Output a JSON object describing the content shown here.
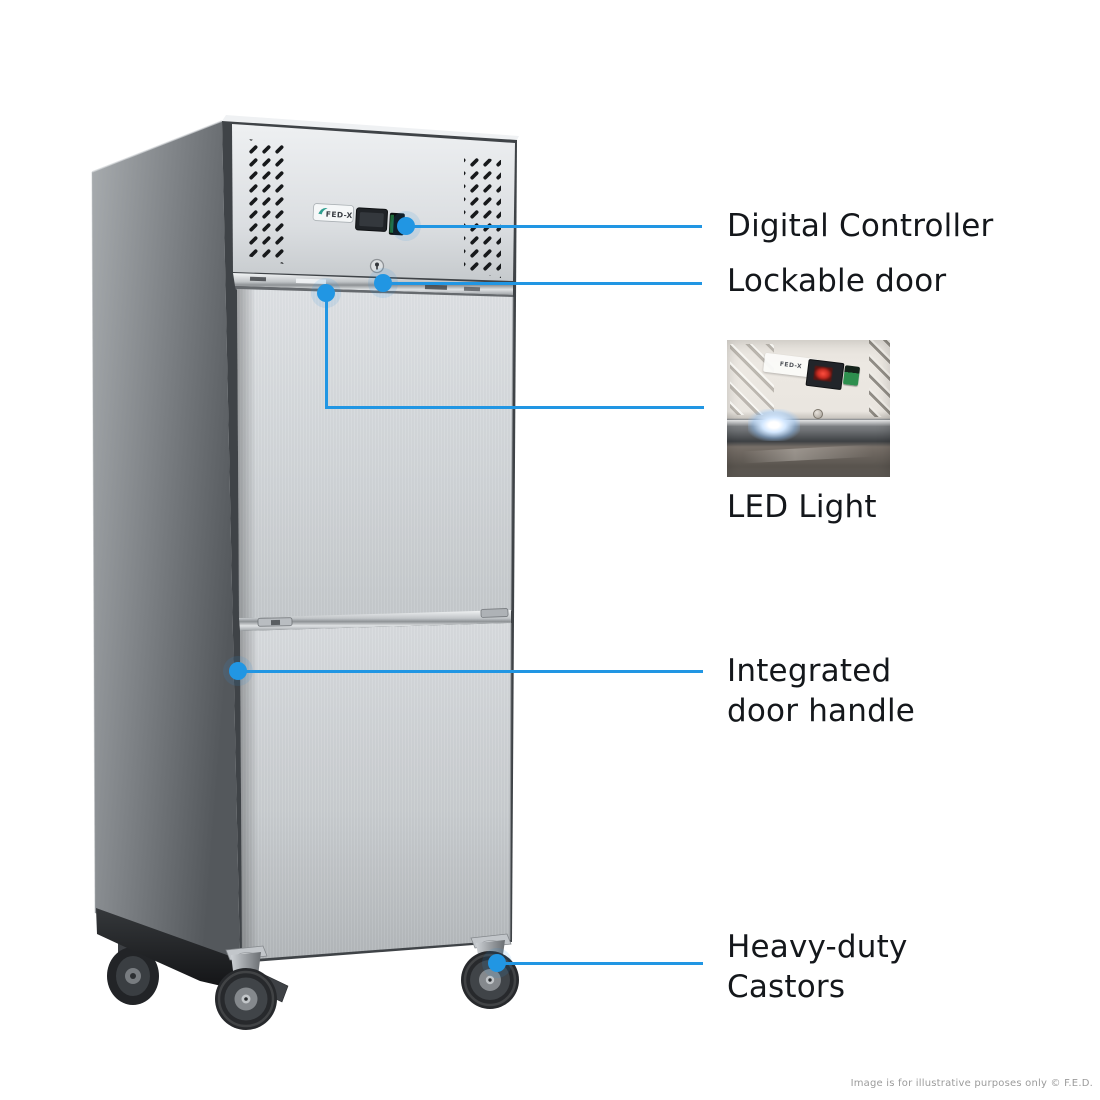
{
  "brand": {
    "name": "FED-X"
  },
  "callouts": {
    "digital_controller": {
      "label": "Digital Controller"
    },
    "lockable_door": {
      "label": "Lockable door"
    },
    "led_light": {
      "label": "LED Light"
    },
    "integrated_door_handle": {
      "line1": "Integrated",
      "line2": "door handle"
    },
    "heavy_duty_castors": {
      "line1": "Heavy-duty",
      "line2": "Castors"
    }
  },
  "footer": {
    "text": "Image is for illustrative purposes only  © F.E.D."
  },
  "colors": {
    "accent": "#2196e3",
    "label_text": "#14171b",
    "footer_text": "#9b9b9b"
  }
}
